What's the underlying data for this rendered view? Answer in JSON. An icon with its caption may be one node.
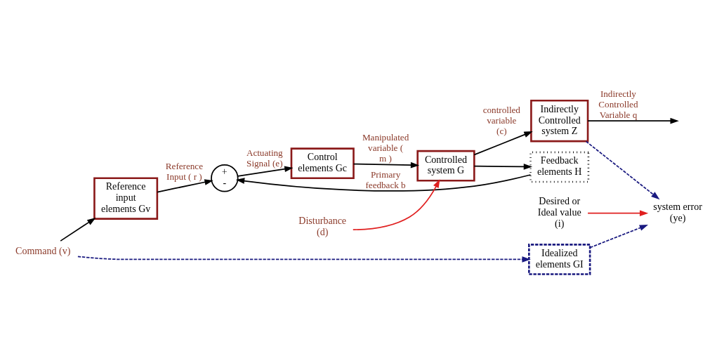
{
  "diagram": {
    "nodes": [
      {
        "text": [
          "Command (v)"
        ]
      },
      {
        "text": [
          "Reference input elements Gv"
        ]
      },
      {
        "text": [
          "+",
          "-"
        ]
      },
      {
        "text": [
          "Control elements Gc"
        ]
      },
      {
        "text": [
          "Controlled system G"
        ]
      },
      {
        "text": [
          "Indirectly Controlled system Z"
        ]
      },
      {
        "text": [
          "Feedback elements H"
        ]
      },
      {
        "text": [
          "Idealized elements GI"
        ]
      },
      {
        "text": [
          "system error (ye)"
        ]
      },
      {
        "text": [
          "Desired or Ideal value (i)"
        ]
      },
      {
        "text": [
          "Disturbance (d)"
        ]
      }
    ],
    "edges": [
      {
        "from": 0,
        "to": 1,
        "arrow": "to"
      },
      {
        "from": 1,
        "to": 2,
        "arrow": "to",
        "label": "Reference Input ( r )"
      },
      {
        "from": 2,
        "to": 3,
        "arrow": "to",
        "label": "Actuating Signal (e)"
      },
      {
        "from": 3,
        "to": 4,
        "arrow": "to",
        "label": "Manipulated variable ( m )"
      },
      {
        "from": 4,
        "to": 5,
        "arrow": "to",
        "label": "controlled variable (c)"
      },
      {
        "from": 5,
        "to": null,
        "arrow": "to",
        "label": "Indirectly Controlled Variable q"
      },
      {
        "from": 4,
        "to": 6,
        "arrow": "to"
      },
      {
        "from": 6,
        "to": 2,
        "arrow": "to",
        "label": "Primary feedback b"
      },
      {
        "from": 10,
        "to": 4,
        "arrow": "to",
        "color": "#e02020"
      },
      {
        "from": 0,
        "to": 7,
        "arrow": "to",
        "style": "dashed",
        "color": "#1a1a80"
      },
      {
        "from": 7,
        "to": 8,
        "arrow": "to",
        "style": "dashed",
        "color": "#1a1a80"
      },
      {
        "from": 9,
        "to": 8,
        "arrow": "to",
        "color": "#e02020"
      },
      {
        "from": 5,
        "to": 8,
        "arrow": "to",
        "style": "dashed",
        "color": "#1a1a80"
      }
    ]
  }
}
